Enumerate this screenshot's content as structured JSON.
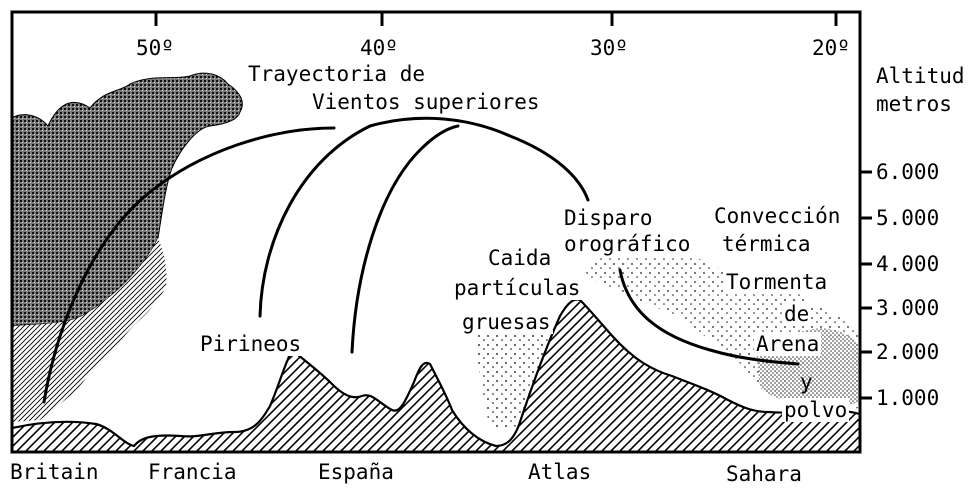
{
  "colors": {
    "ink": "#000000",
    "paper": "#ffffff"
  },
  "longitudes": [
    "50º",
    "40º",
    "30º",
    "20º"
  ],
  "altitude": {
    "title_line1": "Altitud",
    "title_line2": "metros",
    "ticks": [
      "6.000",
      "5.000",
      "4.000",
      "3.000",
      "2.000",
      "1.000"
    ]
  },
  "regions": [
    "Britain",
    "Francia",
    "España",
    "Atlas",
    "Sahara"
  ],
  "labels": {
    "trajectory_line1": "Trayectoria de",
    "trajectory_line2": "Vientos superiores",
    "pirineos": "Pirineos",
    "caida_line1": "Caida",
    "caida_line2": "partículas",
    "caida_line3": "gruesas",
    "disparo_line1": "Disparo",
    "disparo_line2": "orográfico",
    "conveccion_line1": "Convección",
    "conveccion_line2": "térmica",
    "tormenta_line1": "Tormenta",
    "tormenta_line2": "de",
    "tormenta_line3": "Arena",
    "tormenta_line4": "y",
    "tormenta_line5": "polvo"
  },
  "icons": [
    "cloud-cross-hatch-fill",
    "terrain-diagonal-hatch",
    "dust-stipple-fill"
  ]
}
